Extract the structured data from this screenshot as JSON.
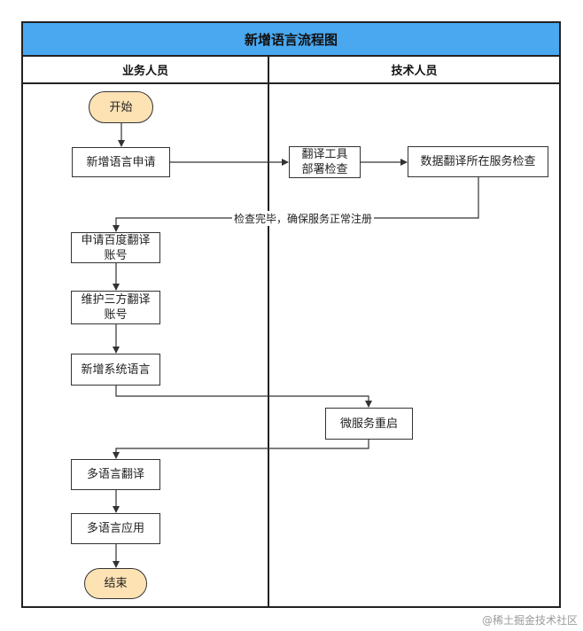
{
  "title": "新增语言流程图",
  "lanes": [
    {
      "label": "业务人员"
    },
    {
      "label": "技术人员"
    }
  ],
  "nodes": {
    "start": "开始",
    "add_language_request": "新增语言申请",
    "deploy_tool": "翻译工具\n部署检查",
    "data_service_check": "数据翻译所在服务检查",
    "apply_baidu_account": "申请百度翻译\n账号",
    "maintain_third_party": "维护三方翻译\n账号",
    "add_system_language": "新增系统语言",
    "restart_service": "微服务重启",
    "multi_translate": "多语言翻译",
    "multi_apply": "多语言应用",
    "end": "结束"
  },
  "edge_labels": {
    "check_done": "检查完毕，确保服务正常注册"
  },
  "watermark": "@稀土掘金技术社区"
}
